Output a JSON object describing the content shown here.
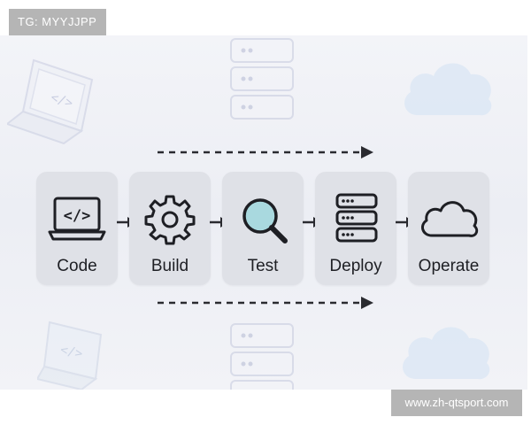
{
  "watermarks": {
    "top_left": "TG: MYYJJPP",
    "bottom_right": "www.zh-qtsport.com"
  },
  "pipeline": {
    "stages": [
      {
        "label": "Code",
        "icon": "code-laptop-icon"
      },
      {
        "label": "Build",
        "icon": "gear-icon"
      },
      {
        "label": "Test",
        "icon": "magnifier-icon"
      },
      {
        "label": "Deploy",
        "icon": "server-stack-icon"
      },
      {
        "label": "Operate",
        "icon": "cloud-icon"
      }
    ]
  },
  "colors": {
    "card": "#dfe1e7",
    "icon_stroke": "#1e1f24",
    "magnifier_lens": "#a9d9df",
    "arrow": "#2a2b30",
    "watermark_bg": "#a0a0a0"
  }
}
